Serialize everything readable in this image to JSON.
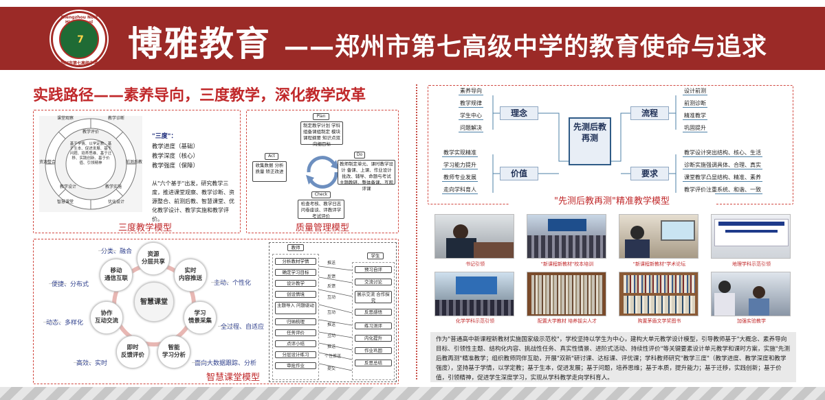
{
  "header": {
    "logo_text": "7",
    "logo_ring_en": "Zhengzhou No.7 High School",
    "logo_ring_cn": "郑州市第七高级中学",
    "calligraphy": "博雅教育",
    "subtitle": "——郑州市第七高级中学的教育使命与追求",
    "band_color": "#9b2a27"
  },
  "practice": {
    "title": "实践路径——素养导向，三度教学，深化教学改革",
    "three_degree": {
      "caption": "三度教学模型",
      "heading": "\"三度\"：",
      "items": [
        "教学进度（基础）",
        "教学深度（核心）",
        "教学强度（保障）"
      ],
      "note": "从\"六个基于\"出发，研究教学三度，推进课堂观察、教学诊断、资源整合、前测后教、智慧课堂、优化教学设计、教学实施和教学评价。",
      "ring_outer": [
        "课堂观察",
        "教学诊断",
        "资源整合",
        "前测后教",
        "智慧课堂",
        "优化设计"
      ],
      "ring_mid": [
        "教学评价",
        "教学设计",
        "教学实施"
      ],
      "center": "基于学情、以学定教、基于生本、促进发展、基于问题、培养思维、基于迁移、实践创新、基于价值、引领精神"
    },
    "quality": {
      "caption": "质量管理模型",
      "plan_label": "Plan",
      "plan_text": "制定教学计划 学科组备课组制定 模块课程纲要 知识点双向细目标",
      "do_label": "Do",
      "do_text": "教师制定单元、课时教学设计 备课、上课、作业设计 批改、辅导、命题与考试 主题教研、整体备课、互观评课",
      "check_label": "Check",
      "check_text": "检查考核、教学日志 问卷座谈、评教评学 考试评价",
      "act_label": "Act",
      "act_text": "收集数据 分析质量 矫正改进"
    },
    "smart": {
      "caption": "智慧课堂模型",
      "center": "智慧课堂",
      "nodes": [
        {
          "name": "资源\n分层共享",
          "tag": "分类、融合"
        },
        {
          "name": "实时\n内容推送",
          "tag": "主动、个性化"
        },
        {
          "name": "学习\n情景采集",
          "tag": "全过程、自适应"
        },
        {
          "name": "智能\n学习分析",
          "tag": "面向大数据跟踪、分析"
        },
        {
          "name": "即时\n反馈评价",
          "tag": "高效、实时"
        },
        {
          "name": "协作\n互动交流",
          "tag": "动态、多样化"
        },
        {
          "name": "移动\n通信互联",
          "tag": "便捷、分布式"
        }
      ]
    },
    "flow": {
      "teacher": "教师",
      "student": "学生",
      "teacher_steps": [
        "分析教材学情",
        "确定学习目标",
        "设计教学",
        "创设情境",
        "主题导入 问题驱动",
        "归纳梳理",
        "任务评价",
        "点评小结",
        "分层设计练习",
        "审批作业"
      ],
      "student_steps": [
        "预习自评",
        "交流讨论",
        "展示交流 合作探究",
        "反思感悟",
        "练习测评",
        "内化提升",
        "作业巩固",
        "反思总结"
      ],
      "arrows": [
        "推送",
        "反馈",
        "反馈",
        "互动",
        "互动",
        "推送",
        "互动",
        "推送",
        "个性推送",
        "提交"
      ]
    }
  },
  "mindmap": {
    "caption": "\"先测后教再测\"精准教学模型",
    "center": "先测后教再测",
    "branches": [
      {
        "label": "理念",
        "items": [
          "素养导向",
          "教学规律",
          "学生中心",
          "问题解决"
        ]
      },
      {
        "label": "价值",
        "items": [
          "教学实现精准",
          "学习能力提升",
          "教师专业发展",
          "走向学科育人"
        ]
      },
      {
        "label": "流程",
        "items": [
          "设计前测",
          "前测诊断",
          "精准教学",
          "巩固提升"
        ]
      },
      {
        "label": "要求",
        "items": [
          "教学设计突出结构、核心、生活",
          "诊断实施强调具体、合理、真实",
          "课堂教学凸显结构、精准、素养",
          "教学评价注重系统、和谐、一致"
        ]
      }
    ]
  },
  "photos": [
    {
      "caption": "书记引领",
      "icon": "speaker-photo-icon"
    },
    {
      "caption": "\"新课程新教材\"校本培训",
      "icon": "auditorium-photo-icon"
    },
    {
      "caption": "\"新课程新教材\"学术论坛",
      "icon": "forum-photo-icon"
    },
    {
      "caption": "地理学科示范引领",
      "icon": "presentation-photo-icon"
    },
    {
      "caption": "化学学科示范引领",
      "icon": "conference-photo-icon"
    },
    {
      "caption": "配置大学教材 培养拔尖人才",
      "icon": "bookshelf-photo-icon"
    },
    {
      "caption": "购置茅盾文学奖图书",
      "icon": "library-photo-icon"
    },
    {
      "caption": "加强实验教学",
      "icon": "lab-photo-icon"
    }
  ],
  "description": "作为\"普通高中新课程新教材实施国家级示范校\"，学校坚持以学生为中心，建构大单元教学设计模型，引导教师基于\"大概念、素养导向目标、引领性主题、结构化内容、挑战性任务、真实性情景、进阶式活动、持续性评价\"等关键要素设计单元教学和课时方案，实施\"先测后教再测\"精准教学；组织教师同伴互助，开展\"双新\"研讨课、达标课、评优课；学科教师研究\"教学三度\"（教学进度、教学深度和教学强度），坚持基于学情，以学定教；基于生本，促进发展；基于问题，培养思维；基于本质，提升能力；基于迁移，实践创新；基于价值，引领精神，促进学生深度学习，实现从学科教学走向学科育人。"
}
